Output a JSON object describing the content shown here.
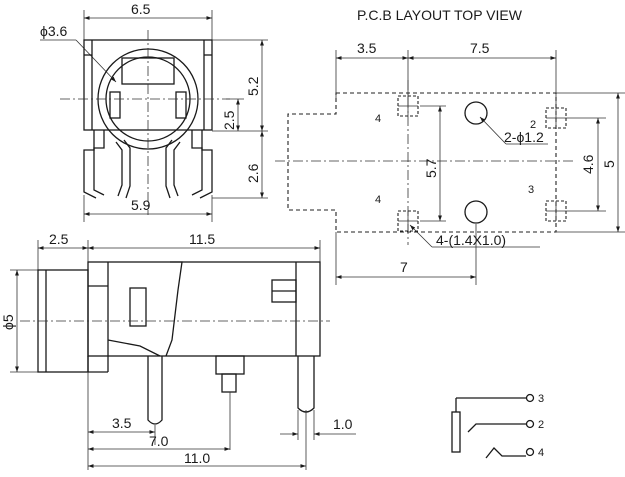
{
  "pcb_view": {
    "title": "P.C.B LAYOUT TOP VIEW",
    "dims": {
      "left_offset": "3.5",
      "top_span": "7.5",
      "pad_vertical": "5.7",
      "right_inner": "4.6",
      "right_outer": "5",
      "bottom_span": "7",
      "hole_label": "2-ϕ1.2",
      "pad_label": "4-(1.4X1.0)"
    },
    "pin_labels": [
      "4",
      "2",
      "4",
      "3"
    ]
  },
  "front_view": {
    "dims": {
      "width_top": "6.5",
      "hole_dia": "ϕ3.6",
      "height_52": "5.2",
      "height_25": "2.5",
      "height_26": "2.6",
      "width_bottom": "5.9"
    }
  },
  "side_view": {
    "dims": {
      "nose": "2.5",
      "body": "11.5",
      "dia": "ϕ5",
      "pin1": "3.5",
      "pin2": "7.0",
      "pin3": "11.0",
      "pin_w": "1.0"
    }
  },
  "schematic": {
    "pins": [
      "3",
      "2",
      "4"
    ]
  }
}
